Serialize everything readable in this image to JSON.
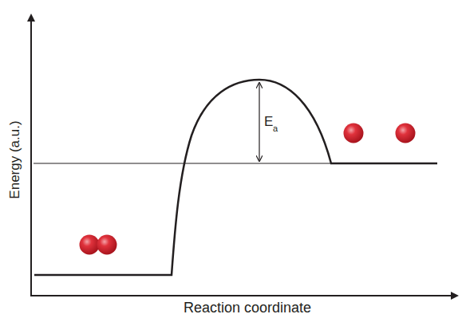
{
  "diagram": {
    "labels": [
      "Energy (a.u.)",
      "Reaction coordinate",
      "E",
      "a"
    ]
  }
}
